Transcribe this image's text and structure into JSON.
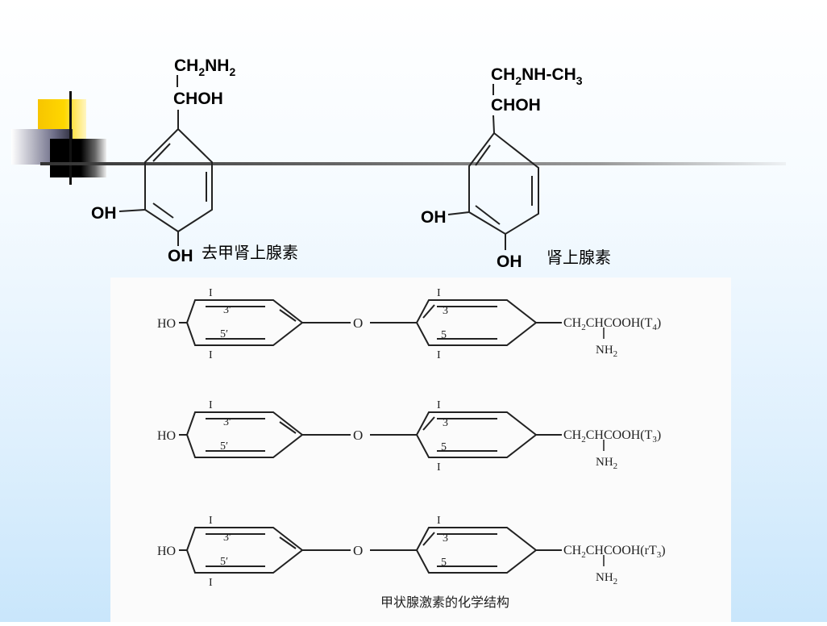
{
  "catecholamines": {
    "norepinephrine": {
      "sidechain_top": "CH2NH2",
      "sidechain_top_main": "CH",
      "sidechain_top_sub1": "2",
      "sidechain_top_mid": "NH",
      "sidechain_top_sub2": "2",
      "sidechain_alcohol": "CHOH",
      "oh_left": "OH",
      "oh_bottom": "OH",
      "name": "去甲肾上腺素"
    },
    "epinephrine": {
      "sidechain_top_main": "CH",
      "sidechain_top_sub1": "2",
      "sidechain_top_mid": "NH-CH",
      "sidechain_top_sub2": "3",
      "sidechain_alcohol": "CHOH",
      "oh_left": "OH",
      "oh_bottom": "OH",
      "name": "肾上腺素"
    }
  },
  "thyroid_hormones": {
    "caption": "甲状腺激素的化学结构",
    "rows": [
      {
        "hydroxyl": "HO",
        "iodine_left_top": "I",
        "iodine_left_bottom": "I",
        "pos_left_top": "3′",
        "pos_left_bottom": "5′",
        "bridge": "O",
        "iodine_right_top": "I",
        "iodine_right_bottom": "I",
        "pos_right_top": "3",
        "pos_right_bottom": "5",
        "sidechain": "CH2CHCOOH(T4)",
        "sidechain_main": "CH",
        "sidechain_sub": "2",
        "sidechain_rest": "CHCOOH(T",
        "label_sub": "4",
        "label_close": ")",
        "amine_main": "NH",
        "amine_sub": "2"
      },
      {
        "hydroxyl": "HO",
        "iodine_left_top": "I",
        "iodine_left_bottom": "",
        "pos_left_top": "3′",
        "pos_left_bottom": "5′",
        "bridge": "O",
        "iodine_right_top": "I",
        "iodine_right_bottom": "I",
        "pos_right_top": "3",
        "pos_right_bottom": "5",
        "sidechain_main": "CH",
        "sidechain_sub": "2",
        "sidechain_rest": "CHCOOH(T",
        "label_sub": "3",
        "label_close": ")",
        "amine_main": "NH",
        "amine_sub": "2"
      },
      {
        "hydroxyl": "HO",
        "iodine_left_top": "I",
        "iodine_left_bottom": "I",
        "pos_left_top": "3′",
        "pos_left_bottom": "5′",
        "bridge": "O",
        "iodine_right_top": "I",
        "iodine_right_bottom": "",
        "pos_right_top": "3",
        "pos_right_bottom": "5",
        "sidechain_main": "CH",
        "sidechain_sub": "2",
        "sidechain_rest": "CHCOOH(rT",
        "label_sub": "3",
        "label_close": ")",
        "amine_main": "NH",
        "amine_sub": "2"
      }
    ]
  }
}
